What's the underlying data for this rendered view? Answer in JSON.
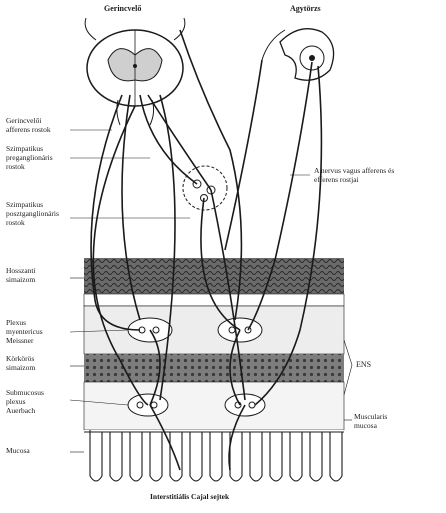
{
  "header": {
    "spinal_cord": "Gerincvelő",
    "brainstem": "Agytörzs"
  },
  "left_labels": {
    "spinal_afferent": "Gerincvelői\nafferens rostok",
    "sympathetic_preganglionic": "Szimpatikus\npreganglionáris\nrostok",
    "sympathetic_postganglionic": "Szimpatikus\nposztganglionáris\nrostok",
    "longitudinal_muscle": "Hosszanti\nsimaizom",
    "myenteric_plexus": "Plexus\nmyentericus\nMeissner",
    "circular_muscle": "Körkörös\nsimaizom",
    "submucosal_plexus": "Submucosus\nplexus\nAuerbach",
    "mucosa": "Mucosa"
  },
  "right_labels": {
    "vagus": "A nervus vagus afferens és\nefferens rostjai",
    "ens": "ENS",
    "muscularis_mucosa": "Muscularis\nmucosa"
  },
  "footer": {
    "cajal": "Interstitiális Cajal sejtek"
  },
  "colors": {
    "ink": "#1a1a1a",
    "muscle_fill": "#5a5a5a",
    "muscle_light": "#8a8a8a",
    "background": "#ffffff"
  }
}
